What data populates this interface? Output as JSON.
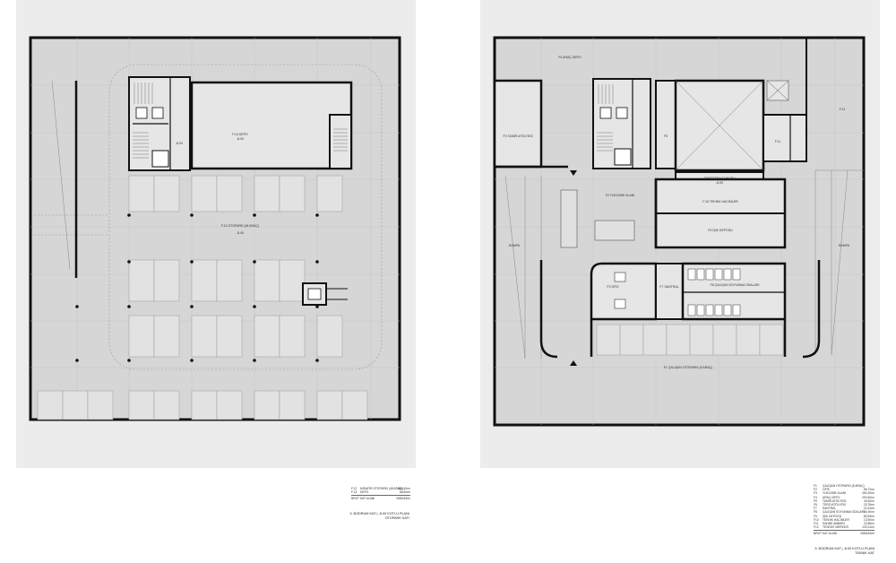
{
  "left_sheet": {
    "room_label": "F.13 DEPO",
    "level_label": "-8.00",
    "parking_label": "F.12 OTOPARK (48 ARAÇ)",
    "parking_level": "-8.00",
    "stair_level": "-8.00",
    "legend": [
      {
        "code": "F.12",
        "name": "MİSAFİR OTOPARKI (48 ARAÇ)",
        "area": "264,40m²"
      },
      {
        "code": "F.13",
        "name": "DEPO",
        "area": "88,84m²"
      }
    ],
    "total": {
      "name": "BRÜT KAT ALANI",
      "area": "2658,84m²"
    },
    "caption_line1": "3. BODRUM KAT | -8.00 KOTLU PLANI",
    "caption_line2": "OTOPARK KATI"
  },
  "right_sheet": {
    "labels": {
      "f4_top": "F4 ARAÇ DEPO",
      "f3_left": "F3 TAMİR ATÖLYESİ",
      "f5": "F5",
      "orchestra": "ORKESTRA ÇUKURU",
      "orchestra_level": "-8.00",
      "f2": "F2 YÜKLEME ALANI",
      "f10": "F.10 TEKNİK HACİMLER",
      "f9": "F9 IŞIK DEPOSU",
      "f11": "F.11",
      "f12": "F.12",
      "f8": "F8 ÇALIŞAN SOYUNMA ODALARI",
      "f7": "F7 SANTRAL",
      "f3_ofis": "F3 OFİS",
      "f1": "F1 ÇALIŞAN OTOPARKI (8 ARAÇ)",
      "rampa_left": "RAMPA",
      "rampa_right": "RAMPA"
    },
    "legend": [
      {
        "code": "F1",
        "name": "ÇALIŞAN OTOPARKI (8 ARAÇ)",
        "area": ""
      },
      {
        "code": "F2",
        "name": "OFİS",
        "area": "56,72m²"
      },
      {
        "code": "F3",
        "name": "YÜKLEME ALANI",
        "area": "260,20m²"
      },
      {
        "code": "F4",
        "name": "ARAÇ DEPO",
        "area": "200,60m²"
      },
      {
        "code": "F5",
        "name": "TAMİR ATÖLYESİ",
        "area": "40,60m²"
      },
      {
        "code": "F6",
        "name": "TERZİ ATÖLYESİ",
        "area": "23,76m²"
      },
      {
        "code": "F7",
        "name": "SANTRAL",
        "area": "21,61m²"
      },
      {
        "code": "F8",
        "name": "ÇALIŞAN SOYUNMA ODALARI",
        "area": "84,40m²"
      },
      {
        "code": "F9",
        "name": "IŞIK DEPOSU",
        "area": "80,53m²"
      },
      {
        "code": "F10",
        "name": "TEKNİK HACİMLER",
        "area": "13,90m²"
      },
      {
        "code": "F11",
        "name": "SAHNE AMBARI",
        "area": "22,86m²"
      },
      {
        "code": "F12",
        "name": "TESİSAT MERKEZİ",
        "area": "133,31m²"
      }
    ],
    "total": {
      "name": "BRÜT KAT ALANI",
      "area": "2658,84m²"
    },
    "caption_line1": "3. BODRUM KAT | -8.00 KOTLU PLANI",
    "caption_line2": "TEKNİK KAT"
  },
  "colors": {
    "sheet": "#ececec",
    "floor": "#d6d6d6",
    "wall": "#111111",
    "room": "#e6e6e6"
  }
}
